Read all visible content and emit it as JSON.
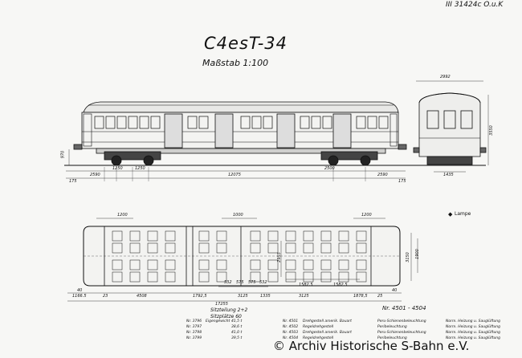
{
  "sheet": {
    "ref_code": "III 31424c O.u.K",
    "title": "C4esT-34",
    "scale": "Maßstab 1:100",
    "lamp_legend": "Lampe",
    "car_numbers": "Nr. 4501 - 4504",
    "seating_line1": "Sitzteilung 2+2",
    "seating_line2": "Sitzplätze 60",
    "watermark": "© Archiv Historische S-Bahn e.V."
  },
  "side_dims": {
    "height_left": "970",
    "end_left": "175",
    "bogie_left": "2590",
    "axle_left": "1250",
    "axle_left2": "1250",
    "pivot_span": "12075",
    "axle_right": "2500",
    "bogie_right": "2590",
    "end_right": "175"
  },
  "end_dims": {
    "width": "2992",
    "height": "3550",
    "track": "1435"
  },
  "plan_dims": {
    "top_left": "1200",
    "top_mid": "1000",
    "top_right": "1200",
    "vert_mid": "2955",
    "vert_right1": "3150",
    "vert_right2": "1900",
    "b_left": "1166.5",
    "b_23": "23",
    "b_4508": "4508",
    "b_1792": "1792,5",
    "b_1335": "1335",
    "b_3125a": "3125",
    "b_3125b": "3125",
    "b_1878": "1878,5",
    "b_25": "25",
    "total": "17255",
    "side_40a": "40",
    "side_40b": "40",
    "mid_1582a": "1582,5",
    "mid_1582b": "1582,5",
    "small_1": "532",
    "small_2": "575",
    "small_3": "575",
    "small_4": "532"
  },
  "table_rows": [
    {
      "nr": "Nr. 3796",
      "weight_label": "Eigengewicht",
      "weight": "41,5 t",
      "nr2": "Nr. 4501",
      "bogie": "Drehgestell amerik. Bauart",
      "lighting": "Peru-Schienenbeleuchtung",
      "heating": "Norm. Heizung u. Sauglüftung"
    },
    {
      "nr": "Nr. 3797",
      "weight_label": "",
      "weight": "38,6 t",
      "nr2": "Nr. 4502",
      "bogie": "Regeldrehgestell",
      "lighting": "Peribeleuchtung",
      "heating": "Norm. Heizung u. Sauglüftung"
    },
    {
      "nr": "Nr. 3798",
      "weight_label": "",
      "weight": "41,0 t",
      "nr2": "Nr. 4503",
      "bogie": "Drehgestell amerik. Bauart",
      "lighting": "Peru-Schienenbeleuchtung",
      "heating": "Norm. Heizung u. Sauglüftung"
    },
    {
      "nr": "Nr. 3799",
      "weight_label": "",
      "weight": "39,5 t",
      "nr2": "Nr. 4504",
      "bogie": "Regeldrehgestell",
      "lighting": "Peribeleuchtung",
      "heating": "Norm. Heizung u. Sauglüftung"
    }
  ]
}
